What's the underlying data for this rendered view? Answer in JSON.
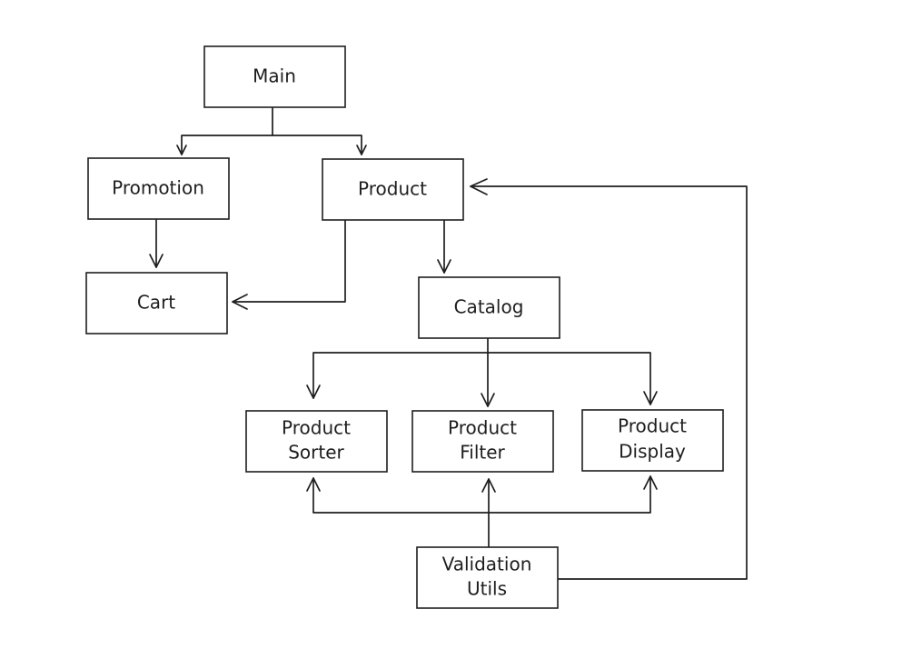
{
  "nodes": {
    "main": "Main",
    "promotion": "Promotion",
    "product": "Product",
    "cart": "Cart",
    "catalog": "Catalog",
    "product_sorter": [
      "Product",
      "Sorter"
    ],
    "product_filter": [
      "Product",
      "Filter"
    ],
    "product_display": [
      "Product",
      "Display"
    ],
    "validation_utils": [
      "Validation",
      "Utils"
    ]
  },
  "edges": [
    {
      "from": "main",
      "to": "promotion"
    },
    {
      "from": "main",
      "to": "product"
    },
    {
      "from": "promotion",
      "to": "cart"
    },
    {
      "from": "product",
      "to": "cart"
    },
    {
      "from": "product",
      "to": "catalog"
    },
    {
      "from": "catalog",
      "to": "product_sorter"
    },
    {
      "from": "catalog",
      "to": "product_filter"
    },
    {
      "from": "catalog",
      "to": "product_display"
    },
    {
      "from": "validation_utils",
      "to": "product_sorter"
    },
    {
      "from": "validation_utils",
      "to": "product_filter"
    },
    {
      "from": "validation_utils",
      "to": "product_display"
    },
    {
      "from": "validation_utils",
      "to": "product"
    }
  ]
}
